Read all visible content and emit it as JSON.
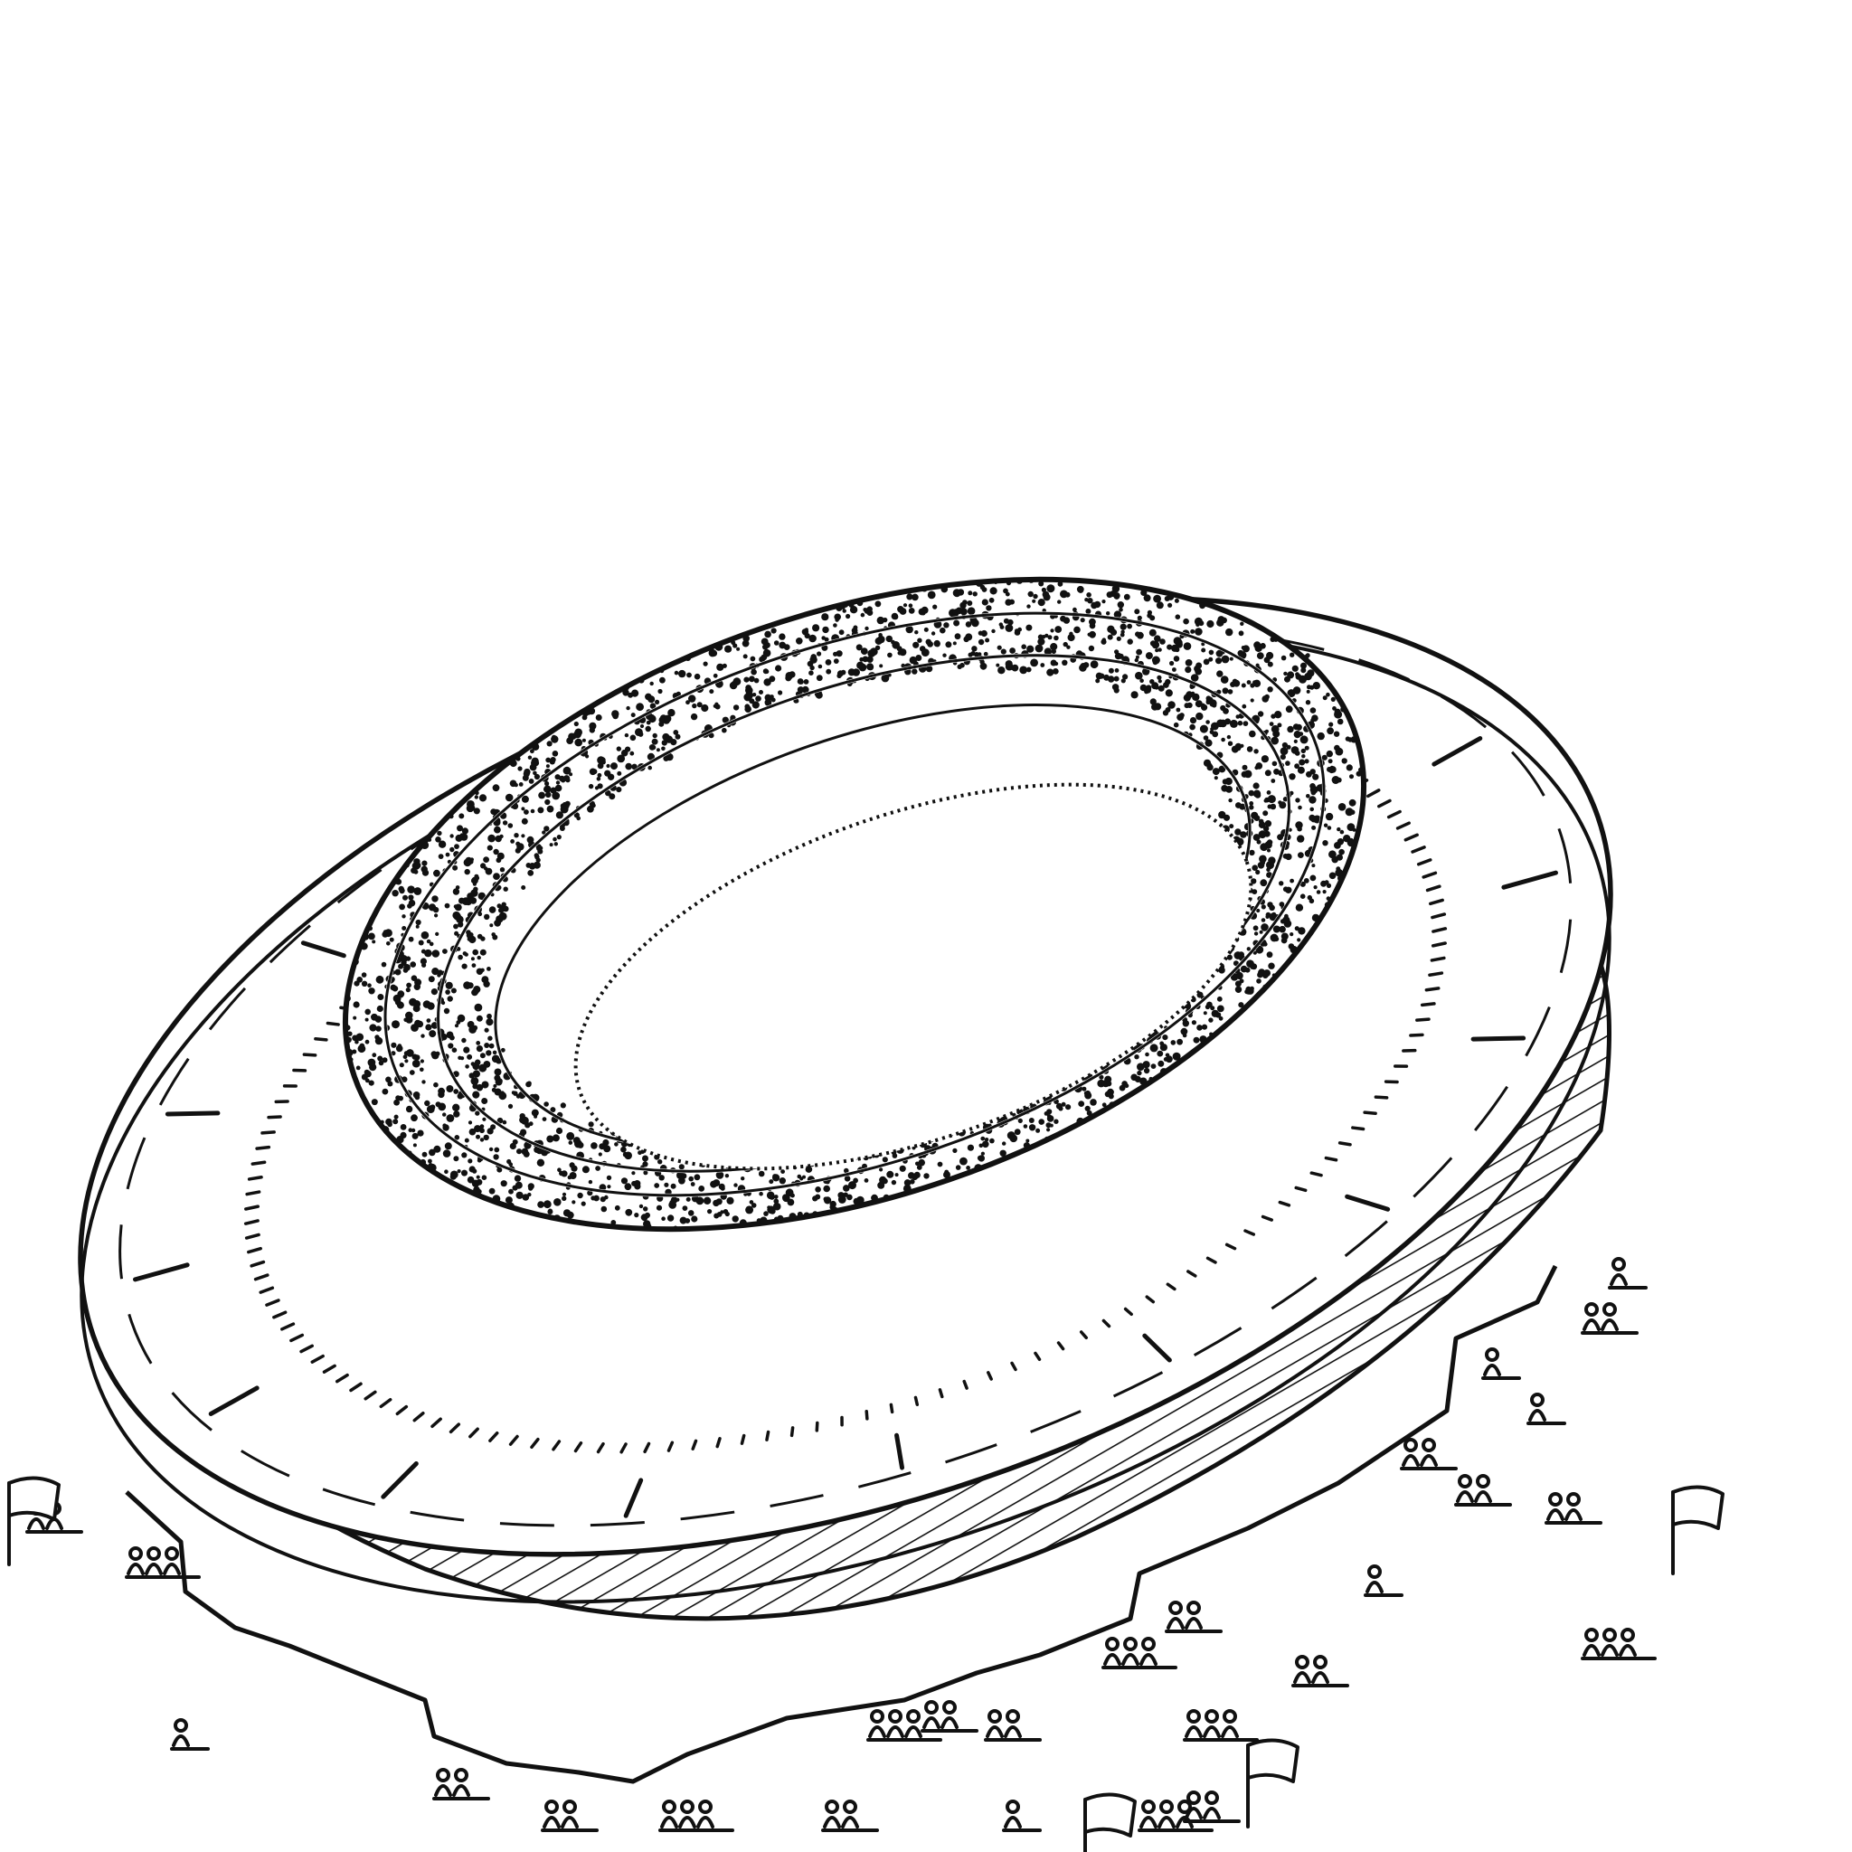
{
  "illustration": {
    "subject": "stadium",
    "style": "pen-and-ink line drawing",
    "colors": {
      "ink": "#111111",
      "paper": "#ffffff",
      "field": "#ffffff"
    },
    "crowd": {
      "seating_tiers": 4
    },
    "people_outside": {
      "groups": 26
    },
    "flags": {
      "count": 4
    }
  }
}
